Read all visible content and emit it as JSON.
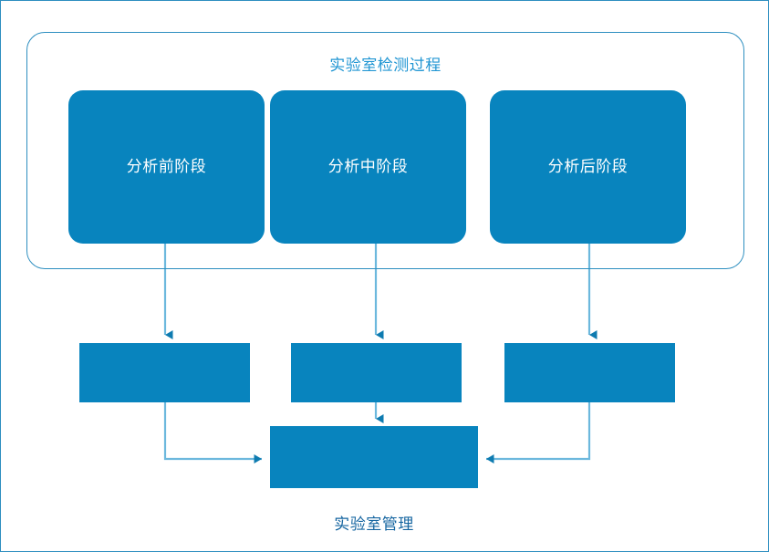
{
  "diagram": {
    "group": {
      "title": "实验室检测过程",
      "border_color": "#2e8fc0",
      "title_color": "#2196d3"
    },
    "phases": [
      {
        "label": "分析前阶段"
      },
      {
        "label": "分析中阶段"
      },
      {
        "label": "分析后阶段"
      }
    ],
    "mid_boxes": [
      {
        "label": ""
      },
      {
        "label": ""
      },
      {
        "label": ""
      }
    ],
    "bottom": {
      "box_label": "",
      "caption": "实验室管理",
      "caption_color": "#1565a0"
    },
    "colors": {
      "box_fill": "#0884be",
      "connector_line": "#6cb8dd",
      "arrow_head": "#0e7bb0",
      "page_border": "#2e8fc0",
      "box_text": "#ffffff"
    }
  }
}
